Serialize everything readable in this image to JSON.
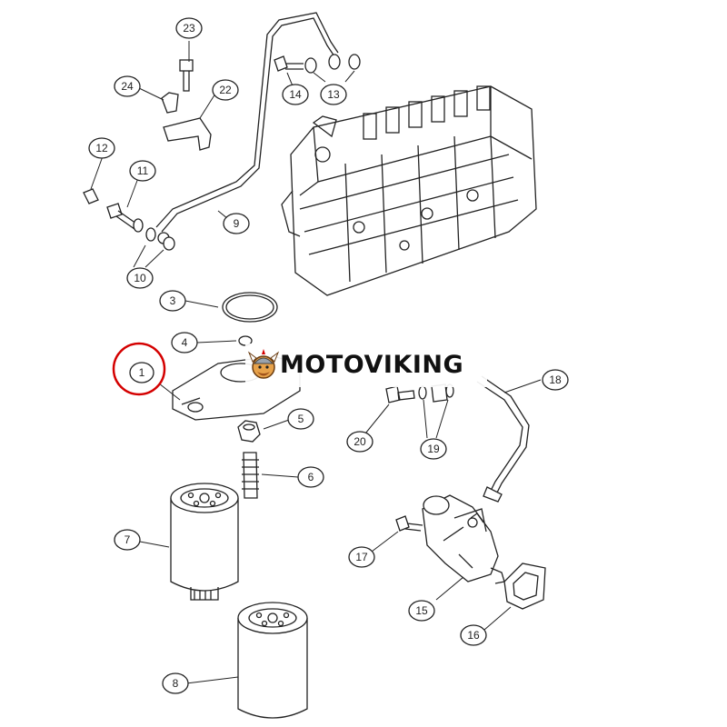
{
  "brand": {
    "name": "MOTOVIKING",
    "logo_icon": "viking-mascot-icon"
  },
  "highlight_color": "#d40000",
  "highlighted_part": "1",
  "callouts": [
    "1",
    "3",
    "4",
    "5",
    "6",
    "7",
    "8",
    "9",
    "10",
    "11",
    "12",
    "13",
    "14",
    "15",
    "16",
    "17",
    "18",
    "19",
    "20",
    "22",
    "23",
    "24"
  ]
}
